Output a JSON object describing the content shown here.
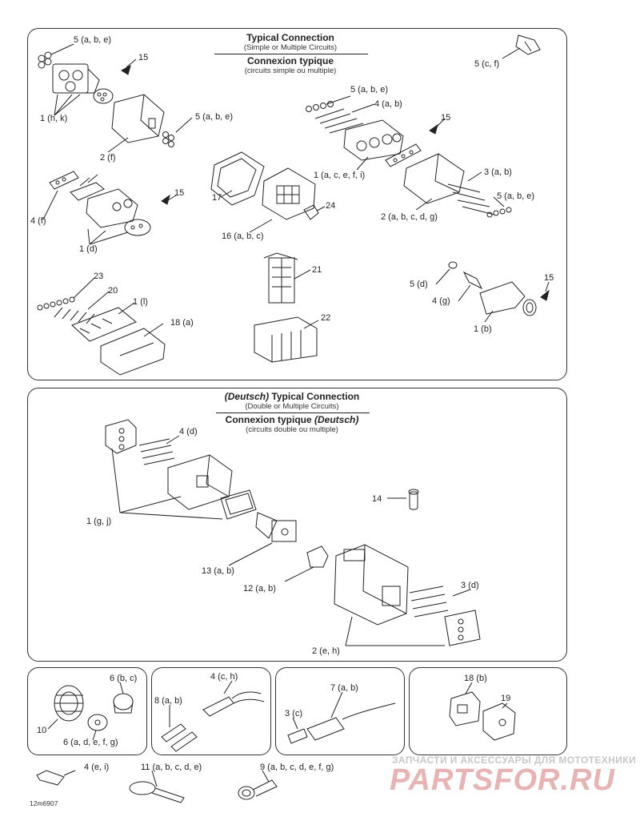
{
  "top": {
    "title_en": "Typical Connection",
    "sub_en": "(Simple or Multiple Circuits)",
    "title_fr": "Connexion typique",
    "sub_fr": "(circuits simple ou multiple)",
    "callouts": [
      "5 (a, b, e)",
      "15",
      "1 (h, k)",
      "5 (a, b, e)",
      "2 (f)",
      "5 (c, f)",
      "5 (a, b, e)",
      "4 (a, b)",
      "15",
      "1 (a, c, e, f, i)",
      "3 (a, b)",
      "5 (a, b, e)",
      "2 (a, b, c, d, g)",
      "15",
      "4 (f)",
      "1 (d)",
      "17",
      "24",
      "16 (a, b, c)",
      "21",
      "5 (d)",
      "15",
      "4 (g)",
      "1 (b)",
      "23",
      "20",
      "1 (l)",
      "18 (a)",
      "22"
    ]
  },
  "deutsch": {
    "title_prefix": "(Deutsch)",
    "title_en": " Typical Connection",
    "sub_en": "(Double or Multiple Circuits)",
    "title_fr": "Connexion typique ",
    "title_fr_suffix": "(Deutsch)",
    "sub_fr": "(circuits double ou multiple)",
    "callouts": [
      "4 (d)",
      "14",
      "1 (g, j)",
      "13 (a, b)",
      "12 (a, b)",
      "3 (d)",
      "2 (e, h)"
    ]
  },
  "bottom": {
    "callouts": [
      "6 (b, c)",
      "10",
      "6 (a, d, e, f, g)",
      "4 (c, h)",
      "8 (a, b)",
      "7 (a, b)",
      "3 (c)",
      "18 (b)",
      "19",
      "4 (e, i)",
      "11 (a, b, c, d, e)",
      "9 (a, b, c, d, e, f, g)"
    ]
  },
  "watermark": {
    "line1": "ЗАПЧАСТИ И АКСЕССУАРЫ ДЛЯ МОТОТЕХНИКИ",
    "line2": "PARTSFOR.RU"
  },
  "figure_code": "12m6907"
}
